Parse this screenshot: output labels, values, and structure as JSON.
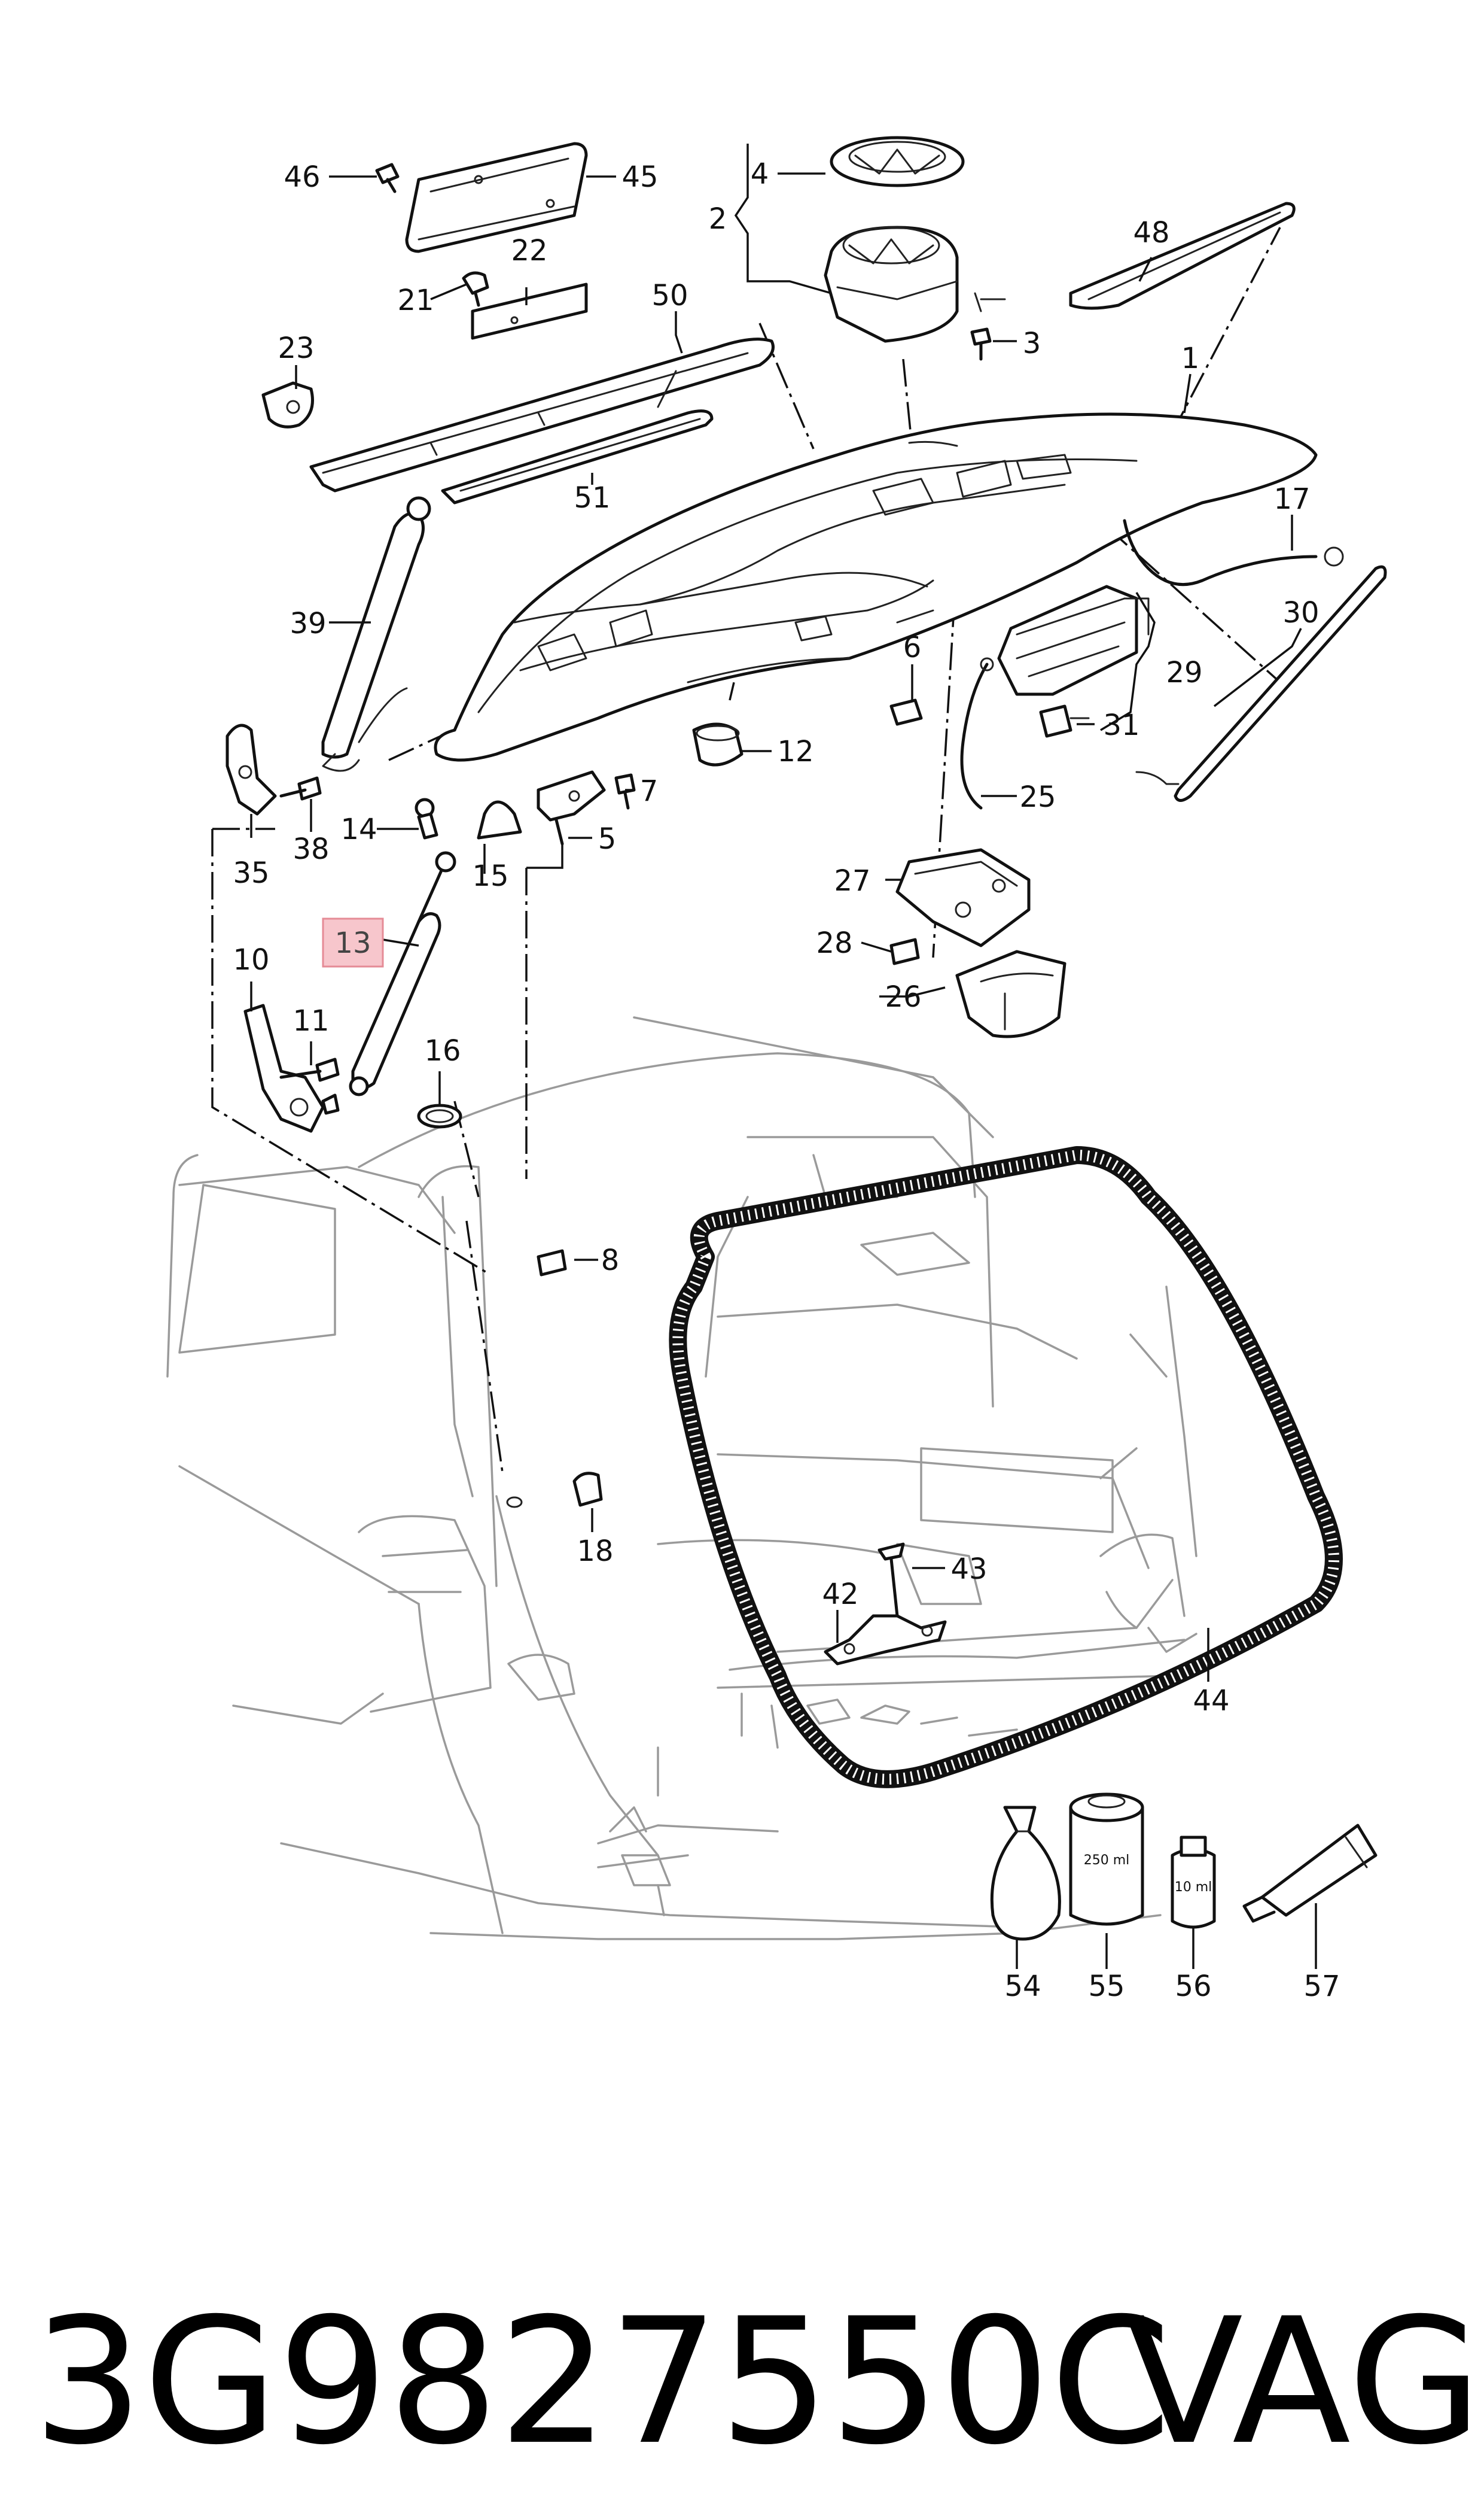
{
  "diagram": {
    "part_number": "3G9827550C",
    "brand": "VAG",
    "highlighted_callout": "13",
    "highlight_color": "#f7c6cc",
    "highlight_border": "#e58b96",
    "callouts": [
      "1",
      "2",
      "3",
      "4",
      "5",
      "6",
      "7",
      "8",
      "10",
      "11",
      "12",
      "13",
      "14",
      "15",
      "16",
      "17",
      "18",
      "21",
      "22",
      "23",
      "25",
      "26",
      "27",
      "28",
      "29",
      "30",
      "31",
      "35",
      "38",
      "39",
      "42",
      "43",
      "44",
      "45",
      "46",
      "48",
      "50",
      "51",
      "54",
      "55",
      "56",
      "57"
    ],
    "container_labels": {
      "can_55": "250 ml",
      "bottle_56": "10 ml"
    }
  }
}
